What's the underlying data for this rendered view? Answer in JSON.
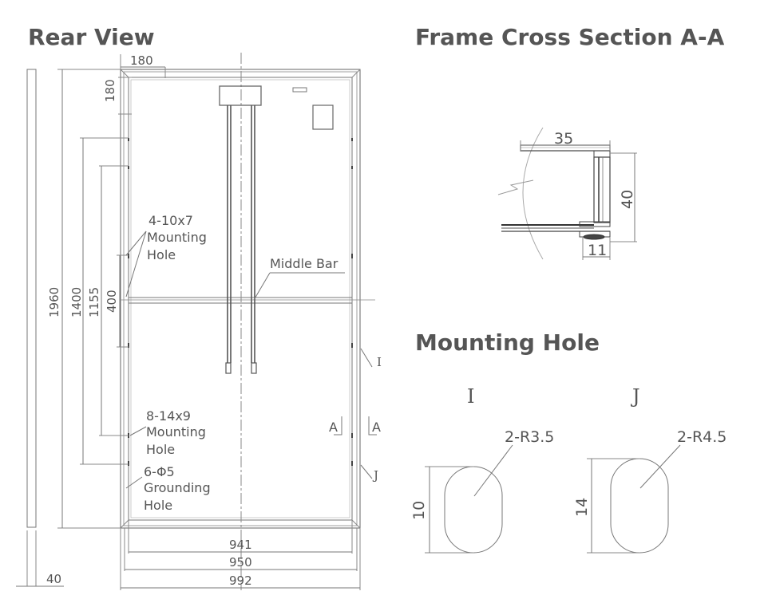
{
  "titles": {
    "rear_view": "Rear View",
    "frame_cross_section": "Frame Cross Section A-A",
    "mounting_hole": "Mounting Hole"
  },
  "rear_view": {
    "dim_180_top": "180",
    "dim_180_side": "180",
    "dim_1960": "1960",
    "dim_1400": "1400",
    "dim_1155": "1155",
    "dim_400": "400",
    "dim_941": "941",
    "dim_950": "950",
    "dim_992": "992",
    "dim_40": "40",
    "callout_mounting_4": {
      "code": "4-10x7",
      "line1": "Mounting",
      "line2": "Hole"
    },
    "callout_mounting_8": {
      "code": "8-14x9",
      "line1": "Mounting",
      "line2": "Hole"
    },
    "callout_grounding": {
      "code": "6-Φ5",
      "line1": "Grounding",
      "line2": "Hole"
    },
    "middle_bar": "Middle Bar",
    "marker_i": "I",
    "marker_j": "J",
    "section_a_left": "A",
    "section_a_right": "A"
  },
  "frame_section": {
    "dim_35": "35",
    "dim_40": "40",
    "dim_11": "11"
  },
  "mounting_hole": {
    "i": {
      "label": "I",
      "radius": "2-R3.5",
      "height": "10"
    },
    "j": {
      "label": "J",
      "radius": "2-R4.5",
      "height": "14"
    }
  }
}
